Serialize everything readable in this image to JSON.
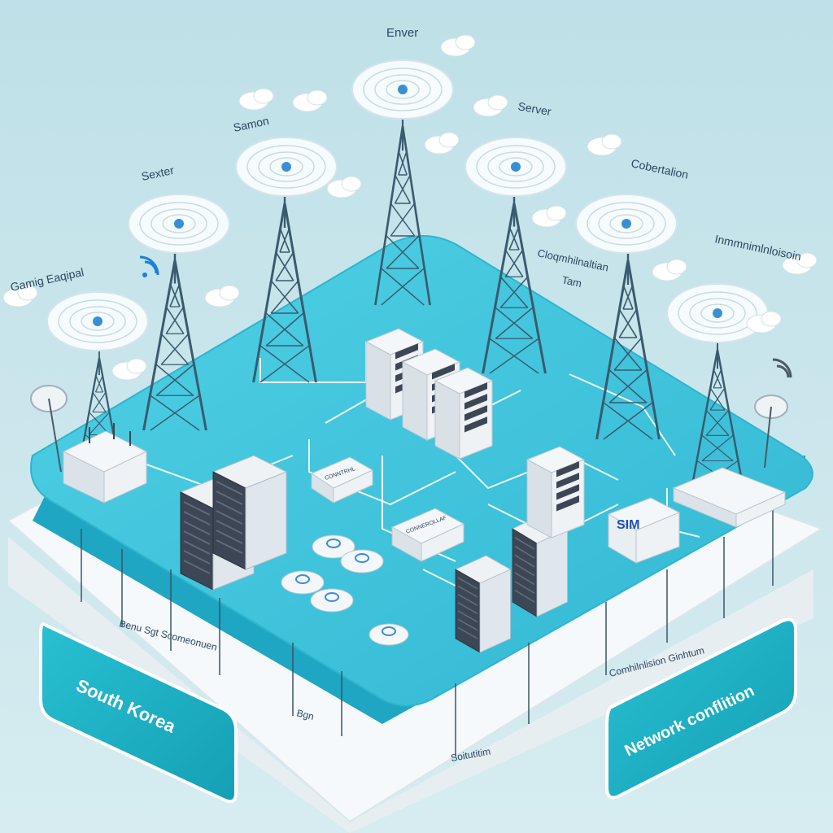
{
  "colors": {
    "background": "#c8e4ea",
    "platform_top": "#3fc4dc",
    "platform_side": "#1ea6c2",
    "base_slab": "#f4f8fa",
    "banner": "#1fb3c6",
    "banner_text": "#ffffff",
    "tower": "#3a5a6e",
    "server_body": "#e9eef2",
    "server_dark": "#3c4654"
  },
  "labels": {
    "top": "Enver",
    "server_left": "Samon",
    "server_right": "Server",
    "sexter": "Sexter",
    "gaming": "Gamig Eaqipal",
    "cobertaliton": "Cobertalion",
    "inmunimasion": "Inmmnimlnloisoin",
    "compilation": "Cloqmhilnaltian",
    "team": "Tam",
    "sim": "SIM",
    "box1": "CONNTRHL",
    "box2": "CONNEROLLAF",
    "bottom1": "Benu Sgt Scomeonuen",
    "bottom2": "Bgn",
    "bottom3": "Comhilnlision Ginhtum",
    "bottom4": "Soitutitim"
  },
  "banners": {
    "left": "South Korea",
    "right": "Network conflition"
  }
}
